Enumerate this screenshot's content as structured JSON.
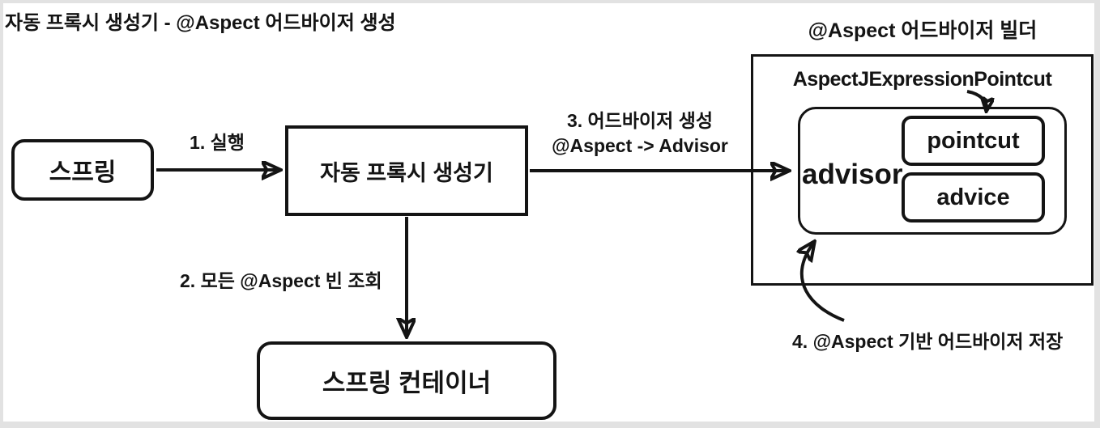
{
  "title": "자동 프록시 생성기 - @Aspect 어드바이저 생성",
  "nodes": {
    "spring": {
      "label": "스프링"
    },
    "proxy_creator": {
      "label": "자동 프록시 생성기"
    },
    "spring_container": {
      "label": "스프링 컨테이너"
    }
  },
  "builder": {
    "title": "@Aspect 어드바이저 빌더",
    "pointcut_class": "AspectJExpressionPointcut",
    "advisor_label": "advisor",
    "pointcut_label": "pointcut",
    "advice_label": "advice"
  },
  "edges": {
    "step1": {
      "label": "1. 실행"
    },
    "step2": {
      "label": "2. 모든 @Aspect 빈 조회"
    },
    "step3": {
      "label_line1": "3. 어드바이저 생성",
      "label_line2": "@Aspect -> Advisor"
    },
    "step4": {
      "label": "4. @Aspect 기반 어드바이저 저장"
    }
  },
  "colors": {
    "ink": "#141414",
    "background": "#ffffff",
    "frame": "#e2e2e2"
  }
}
